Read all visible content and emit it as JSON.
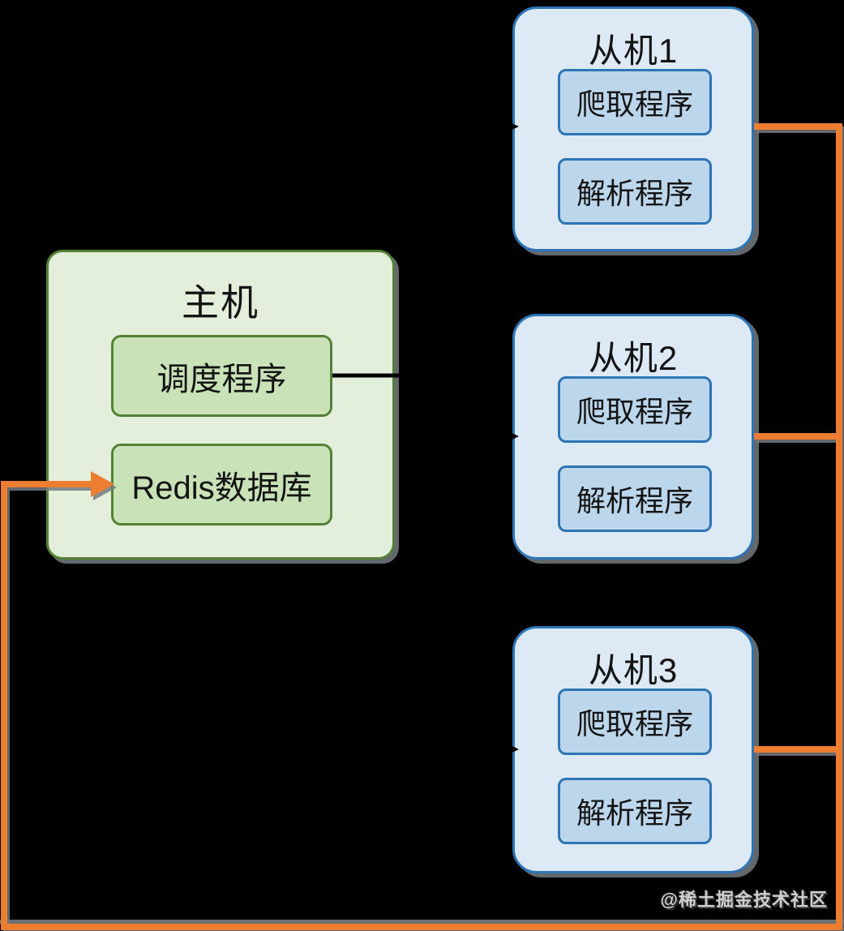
{
  "diagram": {
    "master": {
      "title": "主机",
      "modules": [
        {
          "label": "调度程序"
        },
        {
          "label": "Redis数据库"
        }
      ]
    },
    "slaves": [
      {
        "title": "从机1",
        "modules": [
          {
            "label": "爬取程序"
          },
          {
            "label": "解析程序"
          }
        ]
      },
      {
        "title": "从机2",
        "modules": [
          {
            "label": "爬取程序"
          },
          {
            "label": "解析程序"
          }
        ]
      },
      {
        "title": "从机3",
        "modules": [
          {
            "label": "爬取程序"
          },
          {
            "label": "解析程序"
          }
        ]
      }
    ],
    "connections": {
      "scheduler_to_slaves_color": "#000000",
      "slaves_to_redis_color": "#ED7D31"
    }
  },
  "watermark": {
    "text": "@稀土掘金技术社区"
  },
  "colors": {
    "background": "#000000",
    "master_fill": "#E3EFDA",
    "master_module_fill": "#C9E2B7",
    "master_border": "#538135",
    "slave_fill": "#DDEAF6",
    "slave_module_fill": "#BCD6EC",
    "slave_border": "#2E75B6",
    "arrow_orange": "#ED7D31",
    "text": "#141414",
    "shadow_gray": "#6E7276"
  }
}
